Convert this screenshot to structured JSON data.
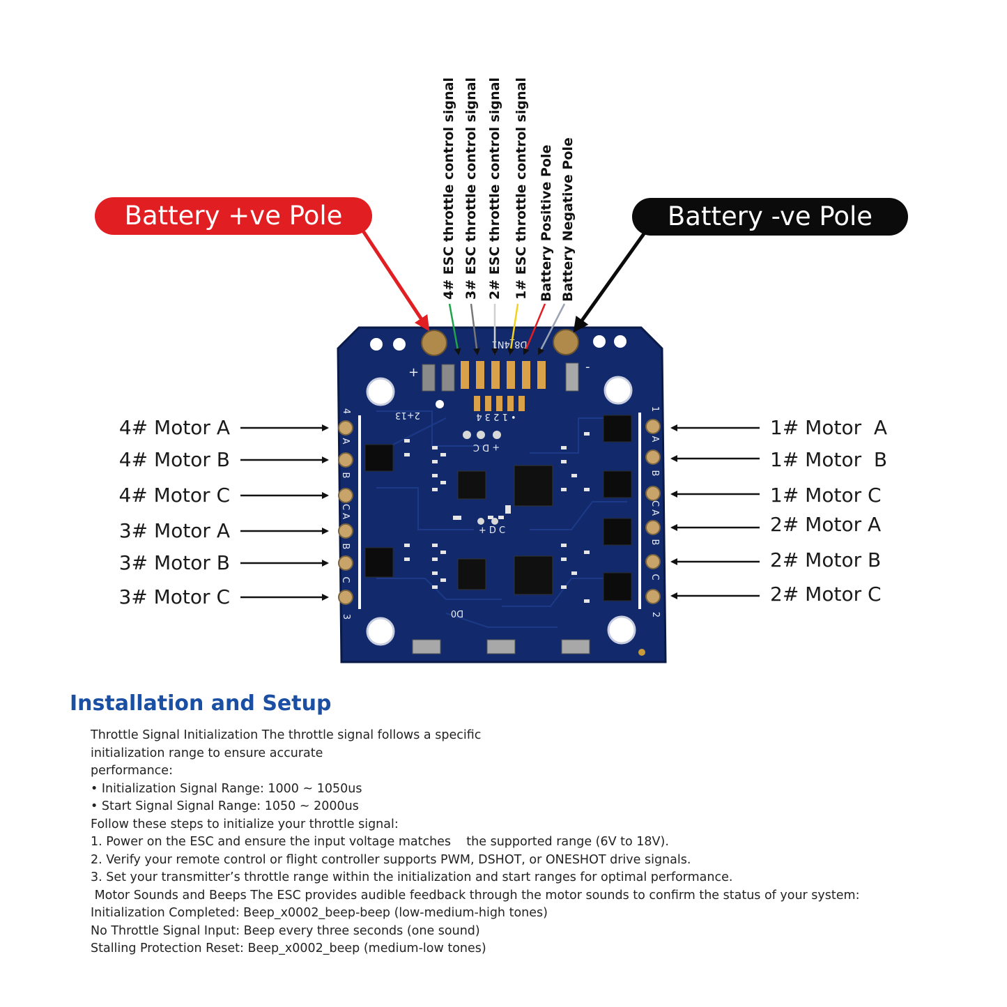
{
  "callouts": {
    "battery_positive": "Battery +ve Pole",
    "battery_negative": "Battery -ve Pole"
  },
  "wire_labels": [
    {
      "text": "4# ESC throttle control signal",
      "color": "#1fa34a"
    },
    {
      "text": "3# ESC throttle control signal",
      "color": "#777777"
    },
    {
      "text": "2# ESC throttle control signal",
      "color": "#d0d0d0"
    },
    {
      "text": "1# ESC throttle control signal",
      "color": "#f2d21e"
    },
    {
      "text": "Battery Positive Pole",
      "color": "#e11e22"
    },
    {
      "text": "Battery Negative Pole",
      "color": "#9aa3b5"
    }
  ],
  "motors_left": [
    "4# Motor A",
    "4# Motor B",
    "4# Motor C",
    "3# Motor A",
    "3# Motor B",
    "3# Motor C"
  ],
  "motors_right": [
    "1# Motor  A",
    "1# Motor  B",
    "1# Motor C",
    "2# Motor A",
    "2# Motor B",
    "2# Motor C"
  ],
  "board": {
    "pcb_color": "#122a6b",
    "silkscreen": {
      "top_name": "D8_4N1",
      "plus": "+",
      "minus": "-",
      "pin_numbers": "• 1 2 3 4",
      "dc_top": "+ D C",
      "dc_mid": "+ D C",
      "side_left": "4",
      "side_left_bottom": "3",
      "side_right": "1",
      "side_right_bottom": "2",
      "pad_letters_left": [
        "A",
        "B",
        "C A",
        "B",
        "C"
      ],
      "pad_letters_right": [
        "A",
        "B",
        "C A",
        "B",
        "C"
      ],
      "bottom_label": "D0",
      "small_code": "2+13"
    }
  },
  "section": {
    "title": "Installation and Setup",
    "lines": [
      "Throttle Signal Initialization The throttle signal follows a specific",
      "initialization range to ensure accurate",
      "performance:",
      "• Initialization Signal Range: 1000 ~ 1050us",
      "• Start Signal Signal Range: 1050 ~ 2000us",
      "Follow these steps to initialize your throttle signal:",
      "1. Power on the ESC and ensure the input voltage matches    the supported range (6V to 18V).",
      "2. Verify your remote control or flight controller supports PWM, DSHOT, or ONESHOT drive signals.",
      "3. Set your transmitter’s throttle range within the initialization and start ranges for optimal performance.",
      " Motor Sounds and Beeps The ESC provides audible feedback through the motor sounds to confirm the status of your system:",
      "Initialization Completed: Beep_x0002_beep-beep (low-medium-high tones)",
      "No Throttle Signal Input: Beep every three seconds (one sound)",
      "Stalling Protection Reset: Beep_x0002_beep (medium-low tones)"
    ]
  }
}
